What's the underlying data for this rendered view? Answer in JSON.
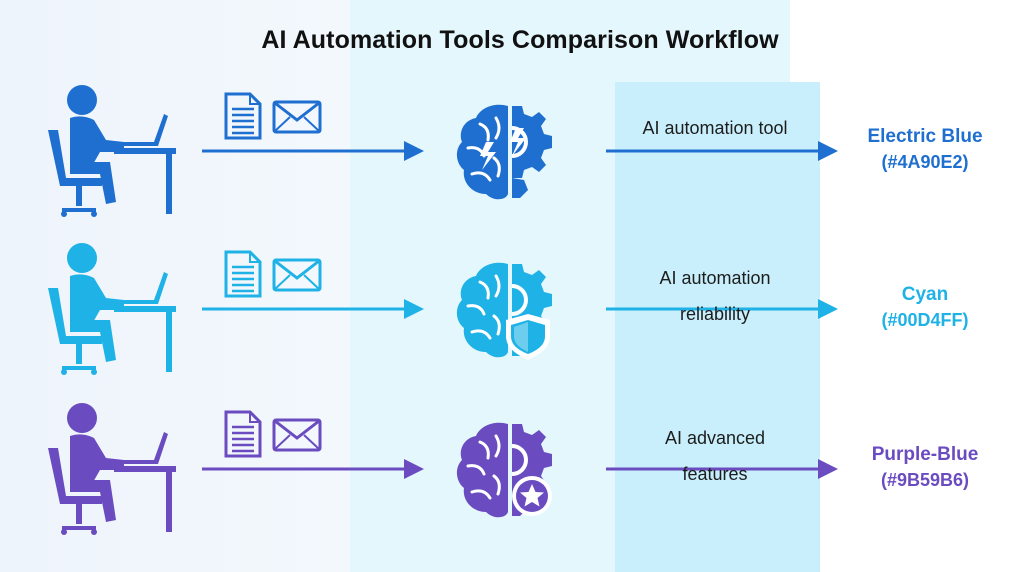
{
  "title": "AI Automation Tools Comparison Workflow",
  "rows": [
    {
      "color": "#1f6fd1",
      "icon": "brain-gear-lightning",
      "label_lines": [
        "AI automation tool"
      ],
      "color_name": "Electric Blue",
      "color_hex": "(#4A90E2)"
    },
    {
      "color": "#1fb2e6",
      "icon": "brain-gear-shield",
      "label_lines": [
        "AI automation",
        "reliability"
      ],
      "color_name": "Cyan",
      "color_hex": "(#00D4FF)"
    },
    {
      "color": "#6a4cc0",
      "icon": "brain-gear-star",
      "label_lines": [
        "AI advanced",
        "features"
      ],
      "color_name": "Purple-Blue",
      "color_hex": "(#9B59B6)"
    }
  ]
}
